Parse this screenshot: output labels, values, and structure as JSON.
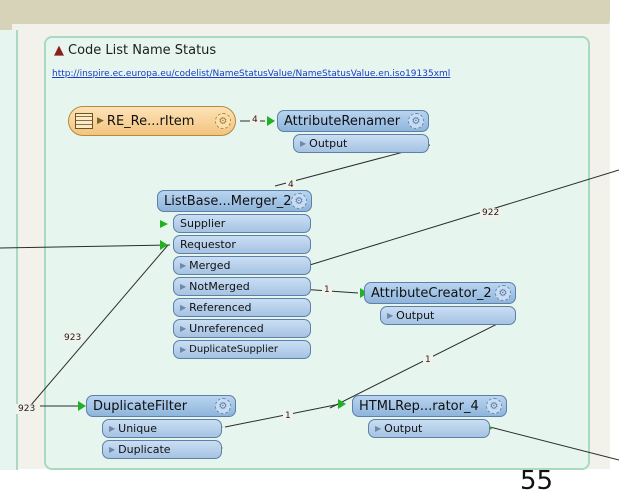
{
  "bookmark": {
    "title": "Code List Name Status",
    "link": "http://inspire.ec.europa.eu/codelist/NameStatusValue/NameStatusValue.en.iso19135xml"
  },
  "nodes": {
    "reader": {
      "label": "RE_Re...rItem"
    },
    "attribute_renamer": {
      "label": "AttributeRenamer",
      "ports": [
        "Output"
      ]
    },
    "list_merger": {
      "label": "ListBase...Merger_2",
      "inputs": [
        "Supplier",
        "Requestor"
      ],
      "outputs": [
        "Merged",
        "NotMerged",
        "Referenced",
        "Unreferenced",
        "DuplicateSupplier"
      ]
    },
    "attribute_creator": {
      "label": "AttributeCreator_2",
      "ports": [
        "Output"
      ]
    },
    "duplicate_filter": {
      "label": "DuplicateFilter",
      "ports": [
        "Unique",
        "Duplicate"
      ]
    },
    "html_reporter": {
      "label": "HTMLRep...rator_4",
      "ports": [
        "Output"
      ]
    }
  },
  "link_counts": {
    "reader_to_renamer": "4",
    "renamer_to_merger": "4",
    "merged_out": "922",
    "notmerged_to_creator": "1",
    "left_feed": "923",
    "into_filter": "923",
    "unique_to_reporter": "1",
    "creator_to_reporter": "1"
  },
  "page_number": "55"
}
